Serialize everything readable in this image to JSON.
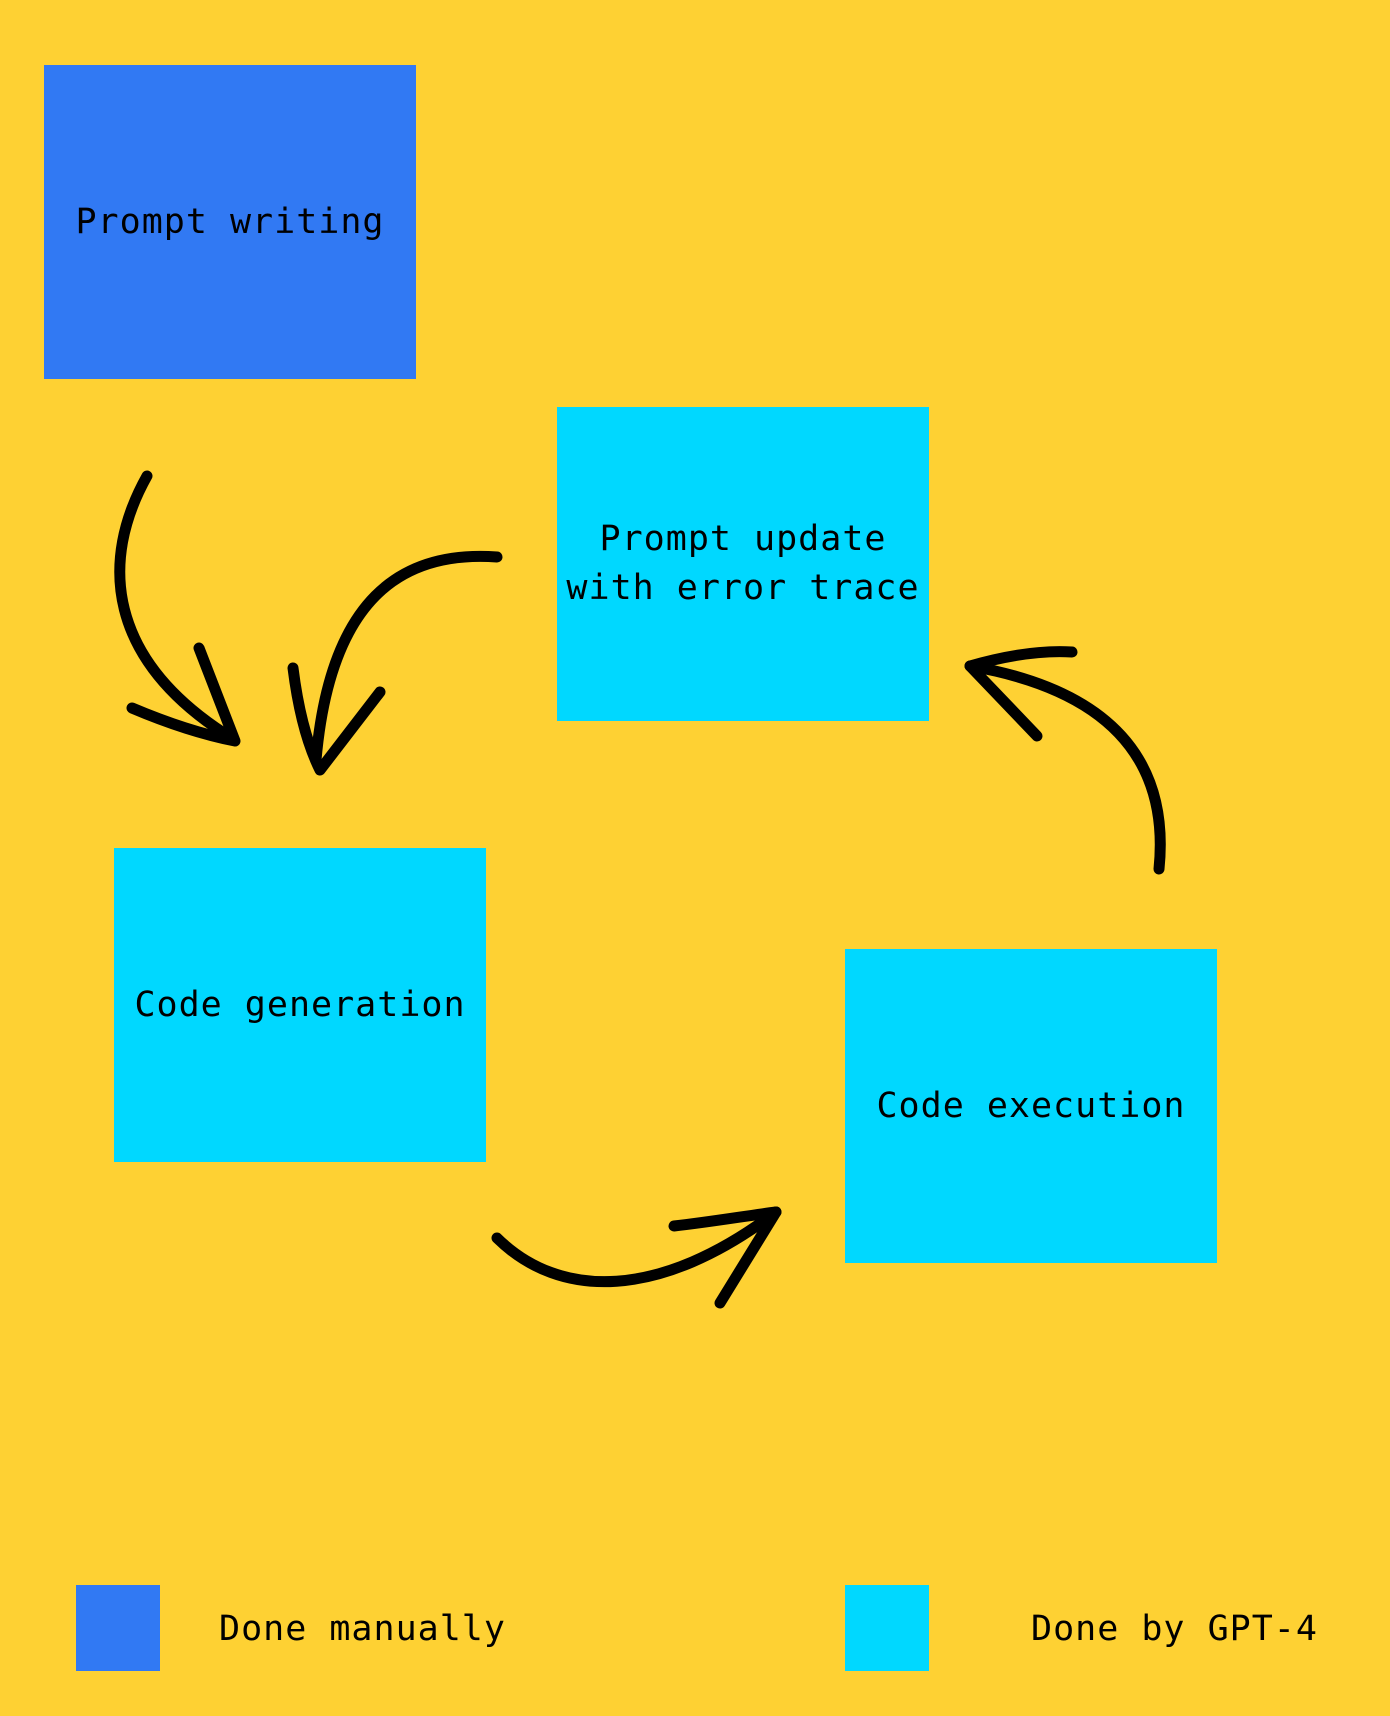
{
  "colors": {
    "background": "#FED133",
    "manual": "#3179F3",
    "gpt": "#00D8FF",
    "arrow": "#000000",
    "text": "#000000"
  },
  "boxes": {
    "prompt_writing": {
      "lines": [
        "Prompt writing"
      ],
      "category": "manual"
    },
    "prompt_update": {
      "lines": [
        "Prompt update",
        "with error trace"
      ],
      "category": "gpt"
    },
    "code_generation": {
      "lines": [
        "Code generation"
      ],
      "category": "gpt"
    },
    "code_execution": {
      "lines": [
        "Code execution"
      ],
      "category": "gpt"
    }
  },
  "edges": [
    {
      "from": "prompt_writing",
      "to": "code_generation"
    },
    {
      "from": "prompt_update",
      "to": "code_generation"
    },
    {
      "from": "code_generation",
      "to": "code_execution"
    },
    {
      "from": "code_execution",
      "to": "prompt_update"
    }
  ],
  "legend": {
    "manual_label": "Done manually",
    "gpt_label": "Done by GPT-4"
  }
}
